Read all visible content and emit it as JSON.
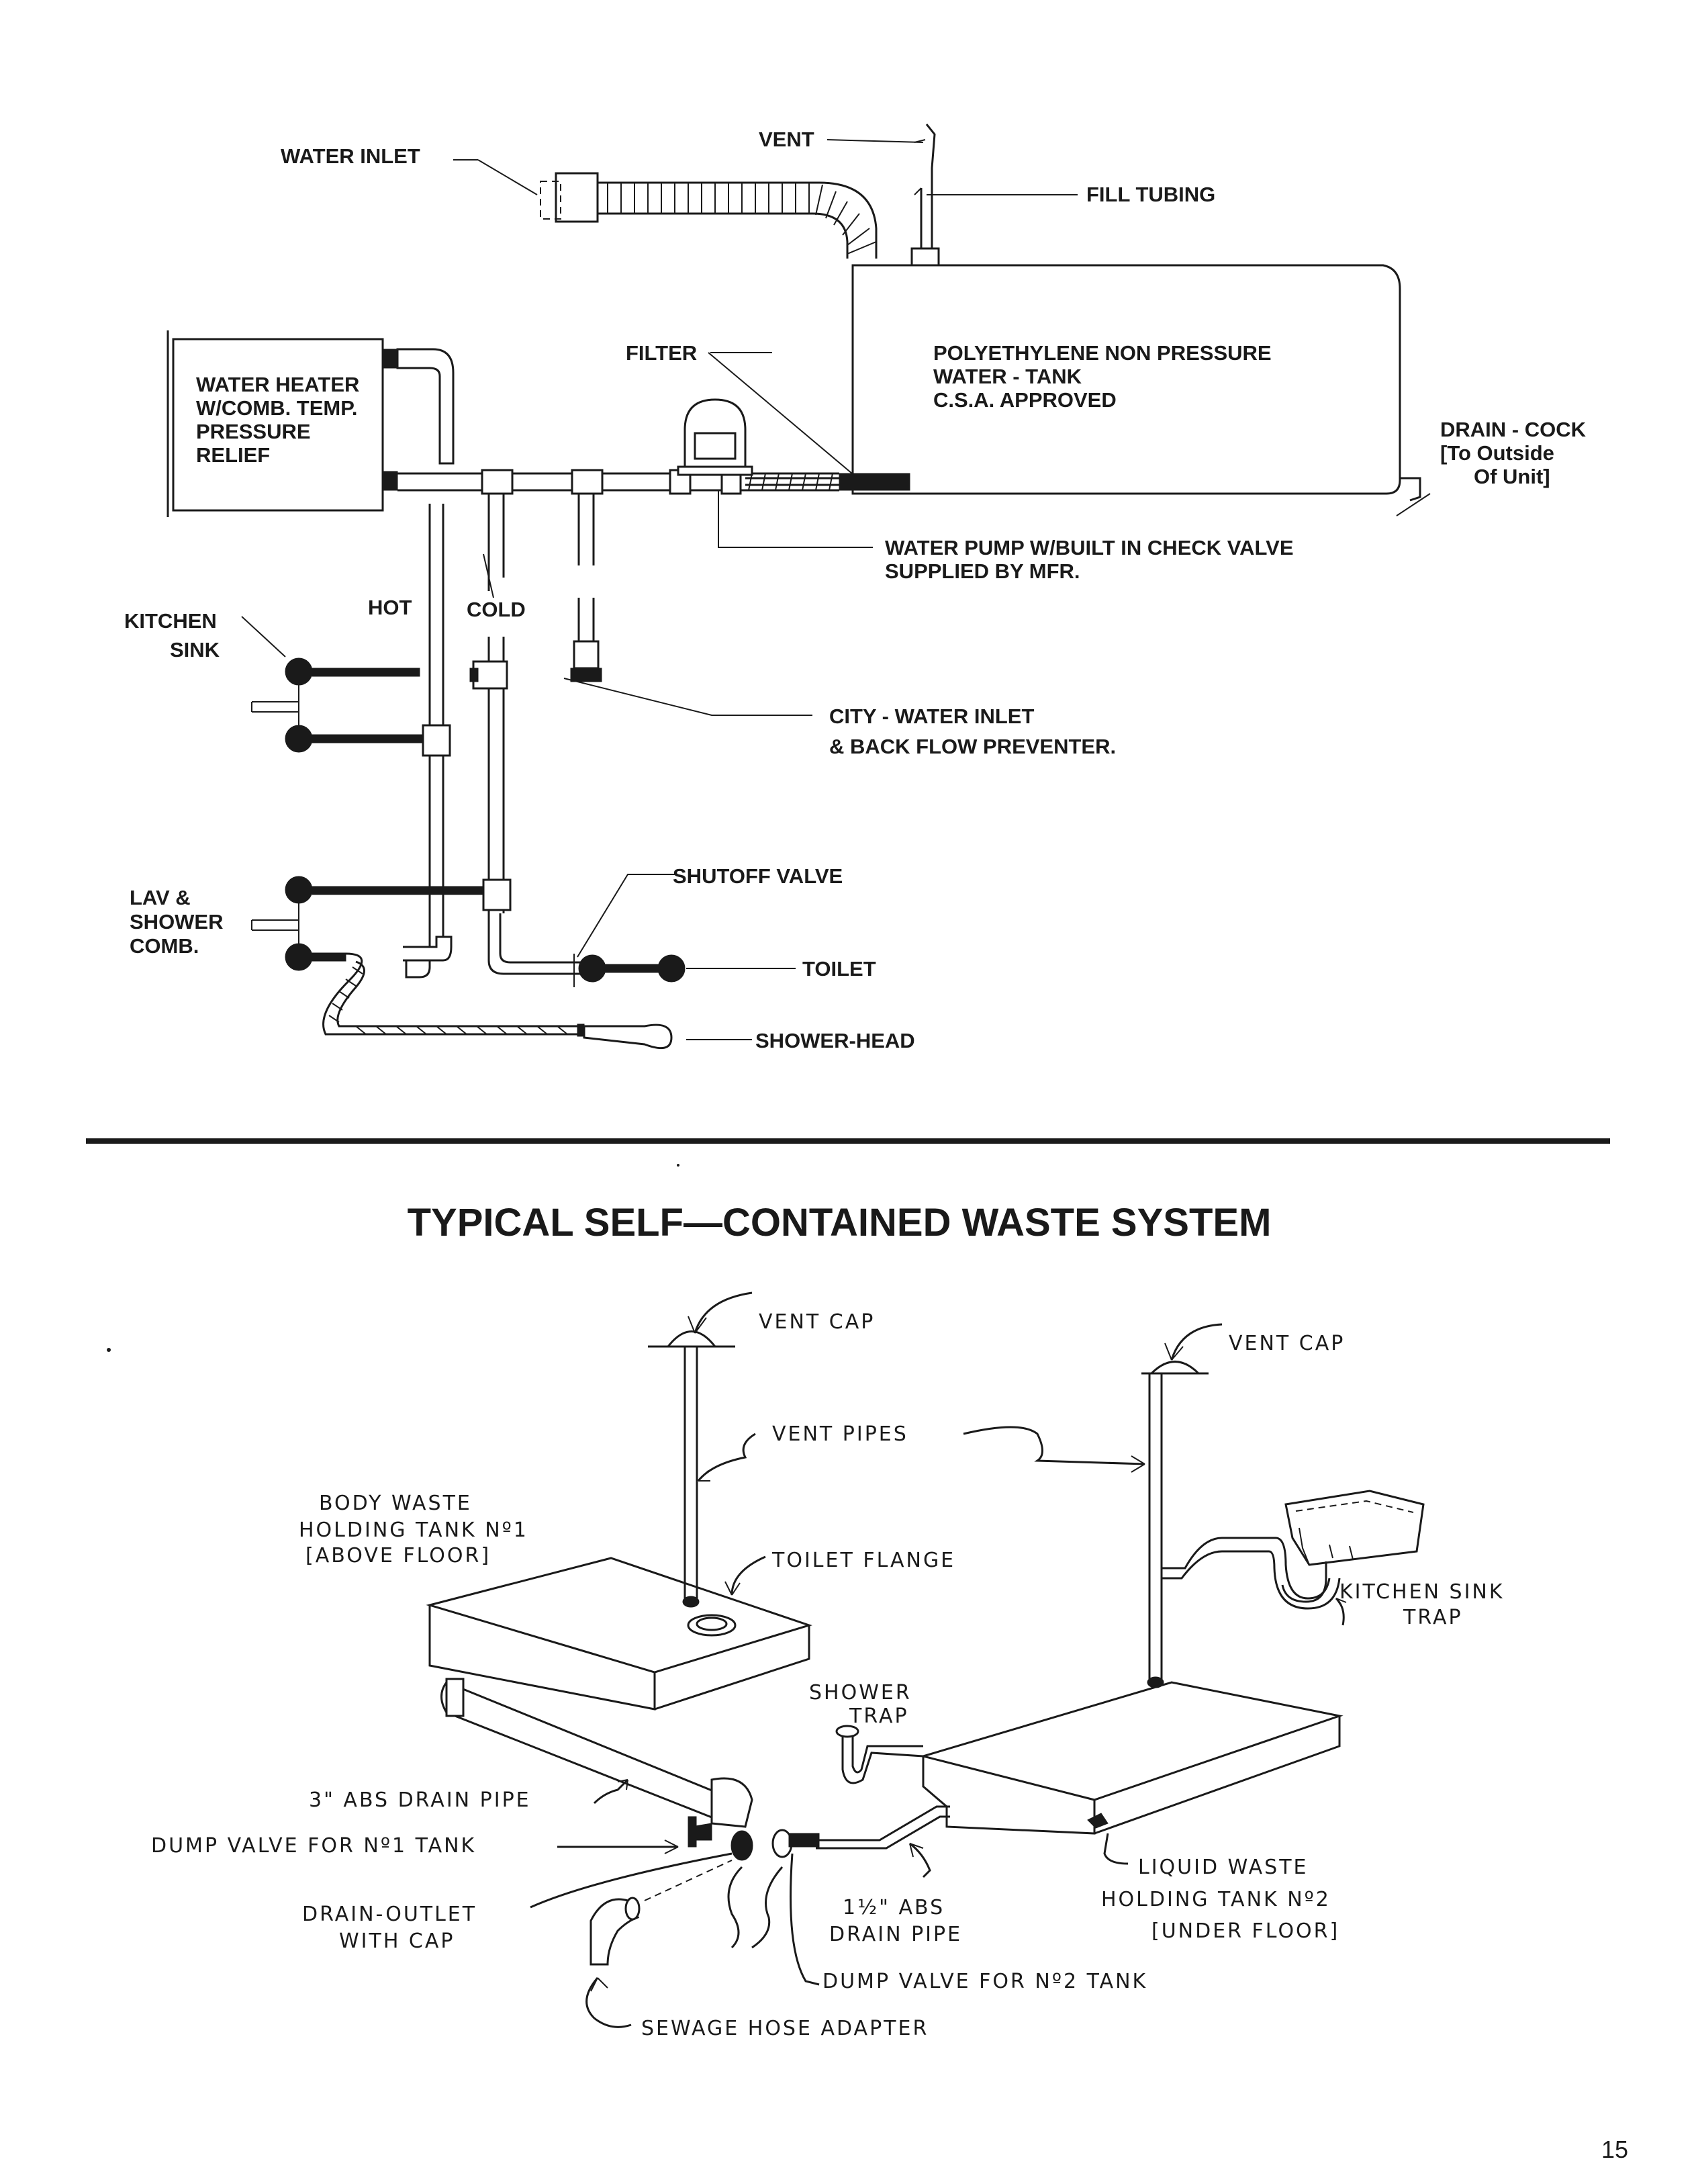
{
  "supply": {
    "vent": "VENT",
    "water_inlet": "WATER INLET",
    "fill_tubing": "FILL TUBING",
    "filter": "FILTER",
    "tank_line1": "POLYETHYLENE NON PRESSURE",
    "tank_line2": "WATER - TANK",
    "tank_line3": "C.S.A. APPROVED",
    "heater_line1": "WATER HEATER",
    "heater_line2": "W/COMB. TEMP.",
    "heater_line3": "PRESSURE",
    "heater_line4": "RELIEF",
    "drain_line1": "DRAIN - COCK",
    "drain_line2": "[To Outside",
    "drain_line3": "Of Unit]",
    "pump_line1": "WATER PUMP W/BUILT IN CHECK VALVE",
    "pump_line2": "SUPPLIED BY MFR.",
    "hot": "HOT",
    "cold": "COLD",
    "kitchen_line1": "KITCHEN",
    "kitchen_line2": "SINK",
    "city_line1": "CITY - WATER INLET",
    "city_line2": "& BACK FLOW PREVENTER.",
    "shutoff": "SHUTOFF VALVE",
    "lav_line1": "LAV &",
    "lav_line2": "SHOWER",
    "lav_line3": "COMB.",
    "toilet": "TOILET",
    "shower_head": "SHOWER-HEAD"
  },
  "waste": {
    "title": "TYPICAL SELF—CONTAINED WASTE SYSTEM",
    "vent_cap_left": "VENT CAP",
    "vent_cap_right": "VENT CAP",
    "vent_pipes": "VENT PIPES",
    "body_line1": "BODY WASTE",
    "body_line2": "HOLDING TANK Nº1",
    "body_line3": "[ABOVE FLOOR]",
    "toilet_flange": "TOILET FLANGE",
    "kitchen_trap_line1": "KITCHEN SINK",
    "kitchen_trap_line2": "TRAP",
    "shower_trap_line1": "SHOWER",
    "shower_trap_line2": "TRAP",
    "abs3": "3\" ABS DRAIN PIPE",
    "dump1": "DUMP VALVE FOR Nº1 TANK",
    "drain_outlet_line1": "DRAIN-OUTLET",
    "drain_outlet_line2": "WITH CAP",
    "abs15_line1": "1½\" ABS",
    "abs15_line2": "DRAIN PIPE",
    "liquid_line1": "LIQUID WASTE",
    "liquid_line2": "HOLDING TANK Nº2",
    "liquid_line3": "[UNDER FLOOR]",
    "dump2": "DUMP VALVE FOR Nº2 TANK",
    "sewage": "SEWAGE HOSE ADAPTER"
  },
  "page_number": "15"
}
